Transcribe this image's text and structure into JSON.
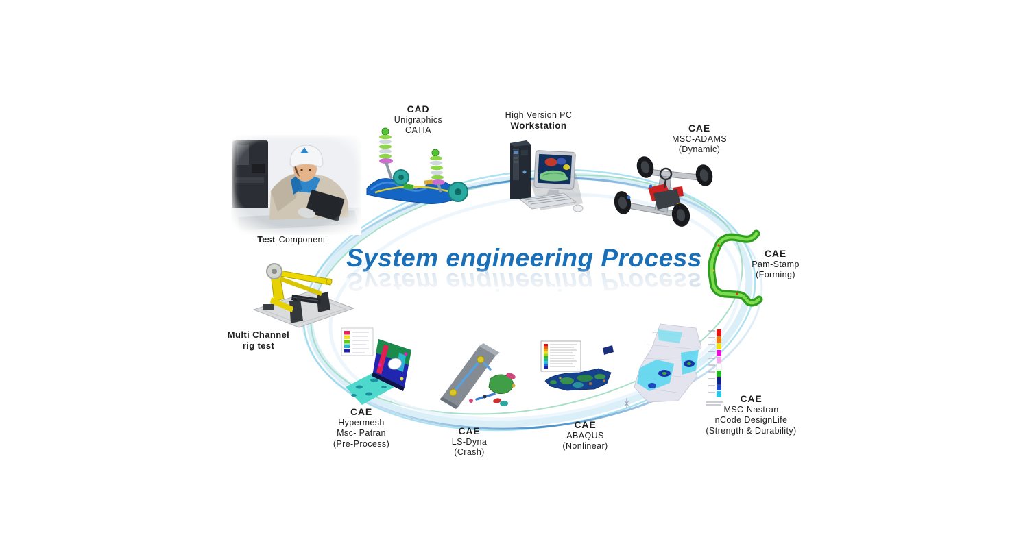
{
  "title": {
    "text": "System engineering Process",
    "color": "#1a70b8"
  },
  "stations": {
    "test": {
      "bold": "Test",
      "normal": "Component"
    },
    "cad": {
      "l1": "CAD",
      "l2": "Unigraphics",
      "l3": "CATIA"
    },
    "pc": {
      "l1": "High Version PC",
      "l2": "Workstation"
    },
    "adams": {
      "l1": "CAE",
      "l2": "MSC-ADAMS",
      "l3": "(Dynamic)"
    },
    "pamstamp": {
      "l1": "CAE",
      "l2": "Pam-Stamp",
      "l3": "(Forming)"
    },
    "nastran": {
      "l1": "CAE",
      "l2": "MSC-Nastran",
      "l3": "nCode DesignLife",
      "l4": "(Strength & Durability)"
    },
    "abaqus": {
      "l1": "CAE",
      "l2": "ABAQUS",
      "l3": "(Nonlinear)"
    },
    "lsdyna": {
      "l1": "CAE",
      "l2": "LS-Dyna",
      "l3": "(Crash)"
    },
    "hypermesh": {
      "l1": "CAE",
      "l2": "Hypermesh",
      "l3": "Msc- Patran",
      "l4": "(Pre-Process)"
    },
    "rig": {
      "l1": "Multi Channel",
      "l2": "rig test"
    }
  },
  "icons": {
    "ellipse_band": "process-loop-ellipse",
    "photo": "inspection-worker-photo",
    "cad_model": "suspension-cad-model",
    "workstation": "pc-workstation-image",
    "adams_model": "vehicle-dynamics-model",
    "pamstamp_part": "formed-tube-part",
    "nastran_plot": "strength-fea-contour",
    "abaqus_plot": "nonlinear-fea-contour",
    "lsdyna_plot": "crash-simulation-image",
    "hypermesh_plot": "mesh-fea-contour",
    "rig_machine": "multi-channel-test-rig"
  },
  "colors": {
    "loop_soft": "#d7edf8",
    "loop_cyan": "#a6dff0",
    "loop_green": "#9fdcc0",
    "loop_blue": "#5a9bd0",
    "label_text": "#1e1e1e",
    "title_blue": "#1a70b8"
  }
}
